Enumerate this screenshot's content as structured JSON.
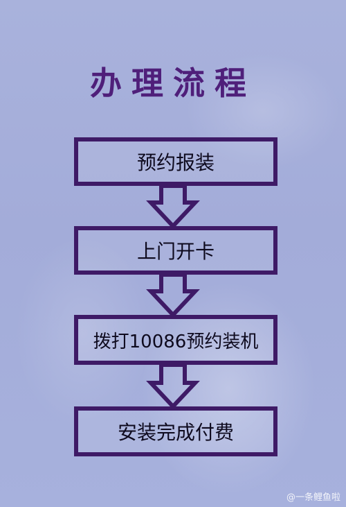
{
  "title": "办理流程",
  "steps": [
    {
      "label": "预约报装"
    },
    {
      "label": "上门开卡"
    },
    {
      "label": "拨打10086预约装机"
    },
    {
      "label": "安装完成付费"
    }
  ],
  "watermark": "@一条鲤鱼啦",
  "colors": {
    "title": "#4f1f7a",
    "box_border": "#3e1a66",
    "arrow": "#3e1a66",
    "background": "#a7b1dd"
  }
}
